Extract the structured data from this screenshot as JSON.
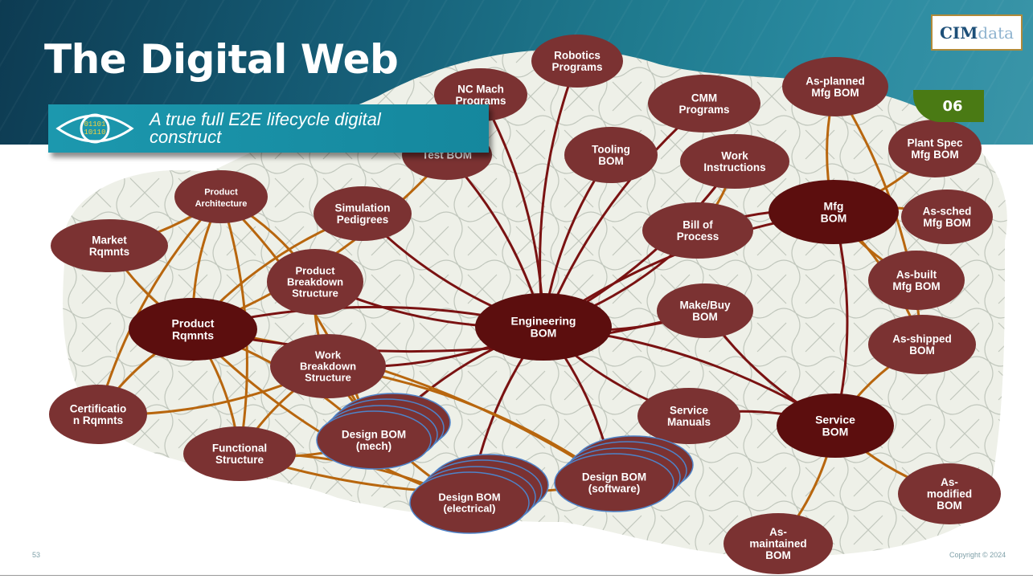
{
  "title": "The Digital Web",
  "subtitle": "A true full E2E lifecycle digital construct",
  "logo": {
    "text_bold": "CIM",
    "text_light": "data"
  },
  "banner_icon": {
    "icon": "binary-eye-icon",
    "digits_top": "01101",
    "digits_bottom": "10110"
  },
  "page_tag": "06",
  "footer": {
    "slide_number": "53",
    "copyright": "Copyright © 2024"
  },
  "colors": {
    "header_dark": "#0d3b52",
    "banner_teal": "#1c98ae",
    "node_light": "#7b3232",
    "node_dark": "#5c0e0e",
    "link_red": "#7a1212",
    "link_orange": "#b8660e",
    "stack_outline": "#4e83c8"
  },
  "nodes": [
    {
      "id": "robotics",
      "lines": [
        "Robotics",
        "Programs"
      ]
    },
    {
      "id": "nc",
      "lines": [
        "NC Mach",
        "Programs"
      ]
    },
    {
      "id": "cmm",
      "lines": [
        "CMM",
        "Programs"
      ]
    },
    {
      "id": "asplanned",
      "lines": [
        "As-planned",
        "Mfg BOM"
      ]
    },
    {
      "id": "plantspec",
      "lines": [
        "Plant Spec",
        "Mfg BOM"
      ]
    },
    {
      "id": "testbom",
      "lines": [
        "Test BOM"
      ]
    },
    {
      "id": "tooling",
      "lines": [
        "Tooling",
        "BOM"
      ]
    },
    {
      "id": "workinst",
      "lines": [
        "Work",
        "Instructions"
      ]
    },
    {
      "id": "prodarch",
      "lines": [
        "Product",
        "Architecture"
      ]
    },
    {
      "id": "simped",
      "lines": [
        "Simulation",
        "Pedigrees"
      ]
    },
    {
      "id": "mfgbom",
      "lines": [
        "Mfg",
        "BOM"
      ]
    },
    {
      "id": "assched",
      "lines": [
        "As-sched",
        "Mfg BOM"
      ]
    },
    {
      "id": "billproc",
      "lines": [
        "Bill of",
        "Process"
      ]
    },
    {
      "id": "market",
      "lines": [
        "Market",
        "Rqmnts"
      ]
    },
    {
      "id": "pbs",
      "lines": [
        "Product",
        "Breakdown",
        "Structure"
      ]
    },
    {
      "id": "asbuilt",
      "lines": [
        "As-built",
        "Mfg BOM"
      ]
    },
    {
      "id": "makebuy",
      "lines": [
        "Make/Buy",
        "BOM"
      ]
    },
    {
      "id": "ebom",
      "lines": [
        "Engineering",
        "BOM"
      ]
    },
    {
      "id": "prodrq",
      "lines": [
        "Product",
        "Rqmnts"
      ]
    },
    {
      "id": "asshipped",
      "lines": [
        "As-shipped",
        "BOM"
      ]
    },
    {
      "id": "wbs",
      "lines": [
        "Work",
        "Breakdown",
        "Structure"
      ]
    },
    {
      "id": "cert",
      "lines": [
        "Certificatio",
        "n Rqmnts"
      ]
    },
    {
      "id": "servman",
      "lines": [
        "Service",
        "Manuals"
      ]
    },
    {
      "id": "servbom",
      "lines": [
        "Service",
        "BOM"
      ]
    },
    {
      "id": "dbmech",
      "lines": [
        "Design BOM",
        "(mech)"
      ]
    },
    {
      "id": "funcstr",
      "lines": [
        "Functional",
        "Structure"
      ]
    },
    {
      "id": "dbsw",
      "lines": [
        "Design BOM",
        "(software)"
      ]
    },
    {
      "id": "asmod",
      "lines": [
        "As-",
        "modified",
        "BOM"
      ]
    },
    {
      "id": "dbelec",
      "lines": [
        "Design BOM",
        "(electrical)"
      ]
    },
    {
      "id": "asmaint",
      "lines": [
        "As-",
        "maintained",
        "BOM"
      ]
    }
  ]
}
